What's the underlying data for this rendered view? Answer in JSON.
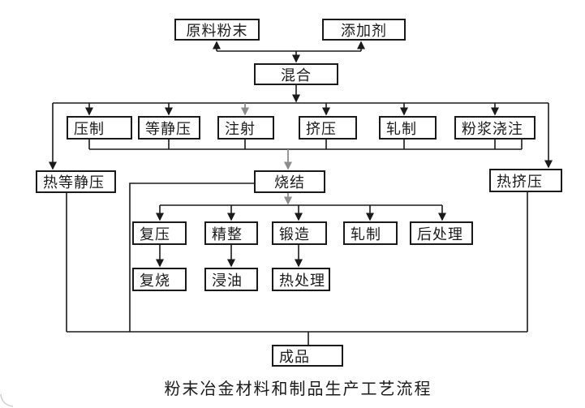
{
  "caption": "粉末冶金材料和制品生产工艺流程",
  "colors": {
    "line": "#1a1a1a",
    "grey_arrow": "#8c8c8c",
    "box_border": "#1a1a1a",
    "background": "#ffffff"
  },
  "nodes": {
    "raw_powder": {
      "label": "原料粉末"
    },
    "additive": {
      "label": "添加剂"
    },
    "mixing": {
      "label": "混合"
    },
    "pressing": {
      "label": "压制"
    },
    "isostatic_pressing": {
      "label": "等静压"
    },
    "injection": {
      "label": "注射"
    },
    "extrusion": {
      "label": "挤压"
    },
    "rolling_forming": {
      "label": "轧制"
    },
    "slip_casting": {
      "label": "粉浆浇注"
    },
    "hot_isostatic_pressing": {
      "label": "热等静压"
    },
    "sintering": {
      "label": "烧结"
    },
    "hot_extrusion": {
      "label": "热挤压"
    },
    "repressing": {
      "label": "复压"
    },
    "sizing": {
      "label": "精整"
    },
    "forging": {
      "label": "锻造"
    },
    "rolling_post": {
      "label": "轧制"
    },
    "post_treatment": {
      "label": "后处理"
    },
    "resintering": {
      "label": "复烧"
    },
    "oil_impregnation": {
      "label": "浸油"
    },
    "heat_treatment": {
      "label": "热处理"
    },
    "finished_product": {
      "label": "成品"
    }
  },
  "edges": [
    {
      "from": "raw_powder",
      "to": "mixing"
    },
    {
      "from": "additive",
      "to": "mixing"
    },
    {
      "from": "mixing",
      "to": "pressing"
    },
    {
      "from": "mixing",
      "to": "isostatic_pressing"
    },
    {
      "from": "mixing",
      "to": "injection",
      "grey": true
    },
    {
      "from": "mixing",
      "to": "extrusion"
    },
    {
      "from": "mixing",
      "to": "rolling_forming"
    },
    {
      "from": "mixing",
      "to": "slip_casting"
    },
    {
      "from": "mixing",
      "to": "hot_isostatic_pressing"
    },
    {
      "from": "mixing",
      "to": "hot_extrusion"
    },
    {
      "from": "pressing",
      "to": "sintering"
    },
    {
      "from": "isostatic_pressing",
      "to": "sintering"
    },
    {
      "from": "injection",
      "to": "sintering"
    },
    {
      "from": "extrusion",
      "to": "sintering"
    },
    {
      "from": "rolling_forming",
      "to": "sintering"
    },
    {
      "from": "slip_casting",
      "to": "sintering",
      "grey": true
    },
    {
      "from": "sintering",
      "to": "repressing",
      "grey": true
    },
    {
      "from": "sintering",
      "to": "sizing"
    },
    {
      "from": "sintering",
      "to": "forging"
    },
    {
      "from": "sintering",
      "to": "rolling_post"
    },
    {
      "from": "sintering",
      "to": "post_treatment"
    },
    {
      "from": "repressing",
      "to": "resintering"
    },
    {
      "from": "sizing",
      "to": "oil_impregnation"
    },
    {
      "from": "forging",
      "to": "heat_treatment"
    },
    {
      "from": "hot_isostatic_pressing",
      "to": "finished_product"
    },
    {
      "from": "sintering",
      "to": "finished_product"
    },
    {
      "from": "hot_extrusion",
      "to": "finished_product"
    }
  ]
}
